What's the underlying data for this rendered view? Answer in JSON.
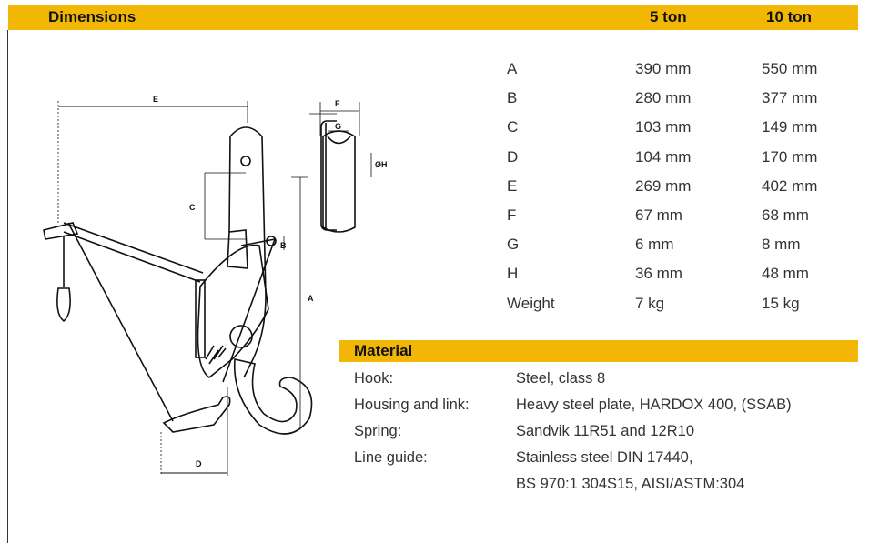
{
  "header": {
    "title": "Dimensions",
    "col1": "5 ton",
    "col2": "10 ton"
  },
  "dimensions": [
    {
      "label": "A",
      "v5": "390 mm",
      "v10": "550 mm"
    },
    {
      "label": "B",
      "v5": "280 mm",
      "v10": "377 mm"
    },
    {
      "label": "C",
      "v5": "103 mm",
      "v10": "149 mm"
    },
    {
      "label": "D",
      "v5": "104 mm",
      "v10": "170 mm"
    },
    {
      "label": "E",
      "v5": "269 mm",
      "v10": "402 mm"
    },
    {
      "label": "F",
      "v5": "67 mm",
      "v10": "68 mm"
    },
    {
      "label": "G",
      "v5": "6 mm",
      "v10": "8 mm"
    },
    {
      "label": "H",
      "v5": "36 mm",
      "v10": "48 mm"
    },
    {
      "label": "Weight",
      "v5": "7 kg",
      "v10": "15 kg"
    }
  ],
  "material": {
    "title": "Material",
    "rows": [
      {
        "key": "Hook:",
        "value": "Steel, class 8"
      },
      {
        "key": "Housing and link:",
        "value": "Heavy steel plate, HARDOX 400, (SSAB)"
      },
      {
        "key": "Spring:",
        "value": "Sandvik 11R51 and 12R10"
      },
      {
        "key": "Line guide:",
        "value": "Stainless steel DIN 17440,"
      },
      {
        "key": "",
        "value": "BS 970:1 304S15, AISI/ASTM:304"
      }
    ]
  },
  "drawing_labels": {
    "A": "A",
    "B": "B",
    "C": "C",
    "D": "D",
    "E": "E",
    "F": "F",
    "G": "G",
    "H": "ØH"
  },
  "colors": {
    "accent": "#f2b705"
  }
}
